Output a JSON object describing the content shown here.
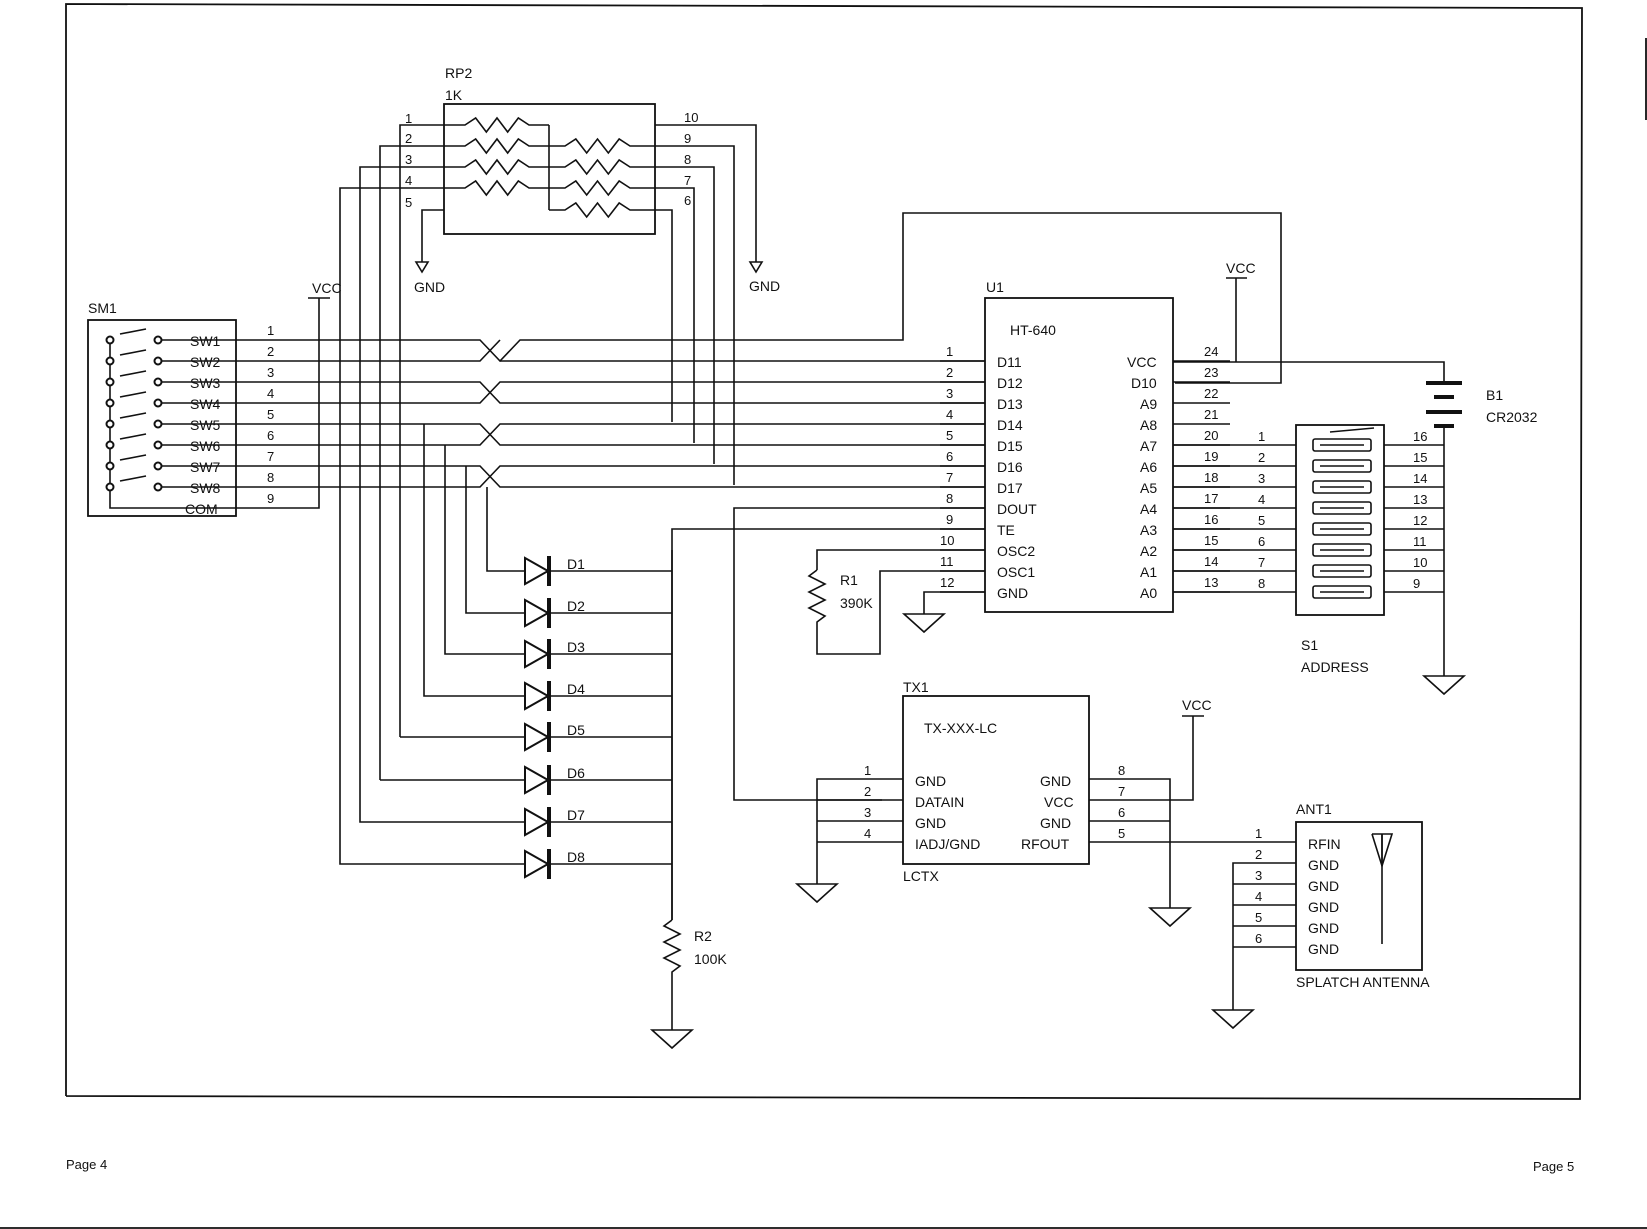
{
  "footer": {
    "left_page": "Page 4",
    "right_page": "Page 5"
  },
  "power": {
    "vcc": "VCC",
    "gnd": "GND"
  },
  "rp2": {
    "ref": "RP2",
    "value": "1K",
    "left_pins": [
      "1",
      "2",
      "3",
      "4",
      "5"
    ],
    "right_pins": [
      "10",
      "9",
      "8",
      "7",
      "6"
    ]
  },
  "sm1": {
    "ref": "SM1",
    "labels": [
      "SW1",
      "SW2",
      "SW3",
      "SW4",
      "SW5",
      "SW6",
      "SW7",
      "SW8",
      "COM"
    ],
    "pins": [
      "1",
      "2",
      "3",
      "4",
      "5",
      "6",
      "7",
      "8",
      "9"
    ]
  },
  "u1": {
    "ref": "U1",
    "part": "HT-640",
    "left_labels": [
      "D11",
      "D12",
      "D13",
      "D14",
      "D15",
      "D16",
      "D17",
      "DOUT",
      "TE",
      "OSC2",
      "OSC1",
      "GND"
    ],
    "left_pins": [
      "1",
      "2",
      "3",
      "4",
      "5",
      "6",
      "7",
      "8",
      "9",
      "10",
      "11",
      "12"
    ],
    "right_labels": [
      "VCC",
      "D10",
      "A9",
      "A8",
      "A7",
      "A6",
      "A5",
      "A4",
      "A3",
      "A2",
      "A1",
      "A0"
    ],
    "right_pins": [
      "24",
      "23",
      "22",
      "21",
      "20",
      "19",
      "18",
      "17",
      "16",
      "15",
      "14",
      "13"
    ]
  },
  "r1": {
    "ref": "R1",
    "value": "390K"
  },
  "r2": {
    "ref": "R2",
    "value": "100K"
  },
  "b1": {
    "ref": "B1",
    "value": "CR2032"
  },
  "s1": {
    "ref": "S1",
    "label": "ADDRESS",
    "left_pins": [
      "1",
      "2",
      "3",
      "4",
      "5",
      "6",
      "7",
      "8"
    ],
    "right_pins": [
      "16",
      "15",
      "14",
      "13",
      "12",
      "11",
      "10",
      "9"
    ]
  },
  "diodes": [
    "D1",
    "D2",
    "D3",
    "D4",
    "D5",
    "D6",
    "D7",
    "D8"
  ],
  "tx1": {
    "ref": "TX1",
    "part": "TX-XXX-LC",
    "footprint": "LCTX",
    "left_labels": [
      "GND",
      "DATAIN",
      "GND",
      "IADJ/GND"
    ],
    "left_pins": [
      "1",
      "2",
      "3",
      "4"
    ],
    "right_labels": [
      "GND",
      "VCC",
      "GND",
      "RFOUT"
    ],
    "right_pins": [
      "8",
      "7",
      "6",
      "5"
    ]
  },
  "ant1": {
    "ref": "ANT1",
    "label": "SPLATCH ANTENNA",
    "labels": [
      "RFIN",
      "GND",
      "GND",
      "GND",
      "GND",
      "GND"
    ],
    "pins": [
      "1",
      "2",
      "3",
      "4",
      "5",
      "6"
    ]
  }
}
